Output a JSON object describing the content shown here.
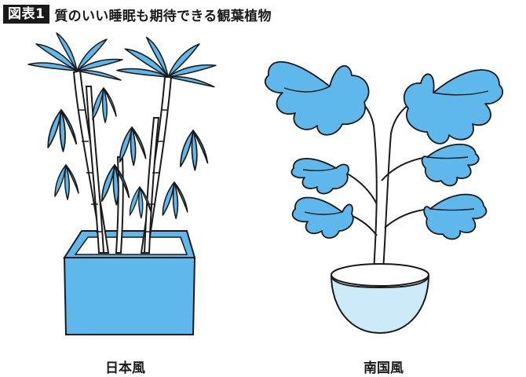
{
  "header": {
    "figure_label": "図表1",
    "title": "質のいい睡眠も期待できる観葉植物"
  },
  "plants": {
    "left": {
      "caption": "日本風",
      "icon": "bamboo-palm-in-square-planter"
    },
    "right": {
      "caption": "南国風",
      "icon": "monstera-in-round-pot"
    }
  },
  "colors": {
    "leaf": "#5fb8ec",
    "planter": "#5fb8ec",
    "pot": "#cdeaf8",
    "outline": "#1a1a1a"
  }
}
